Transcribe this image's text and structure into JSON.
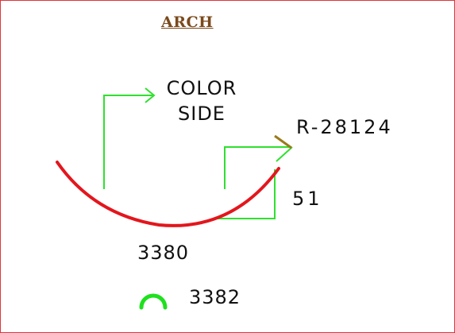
{
  "title": "ARCH",
  "labels": {
    "color_side_line1": "COLOR",
    "color_side_line2": "SIDE",
    "radius": "R-28124",
    "height": "51",
    "length": "3380",
    "part_number": "3382"
  },
  "colors": {
    "profile": "#e3161d",
    "dimension_lines": "#2fe02f",
    "leader": "#9a7a1a",
    "border": "#e0343a",
    "title": "#7a4a1c"
  },
  "icons": {
    "part_symbol": "arch-icon"
  }
}
